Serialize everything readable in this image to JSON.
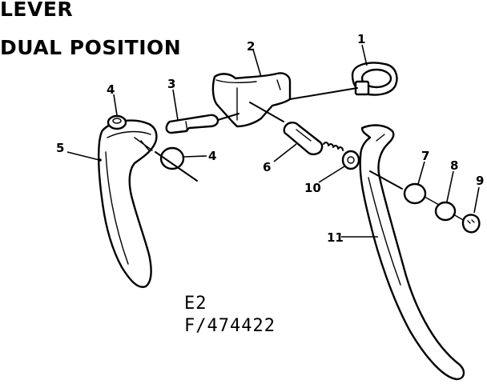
{
  "title": {
    "line1": "LEVER",
    "line2": "DUAL POSITION"
  },
  "diagram_code": {
    "line1": "E2",
    "line2": "F/474422"
  },
  "callouts": {
    "c1": "1",
    "c2": "2",
    "c3": "3",
    "c4a": "4",
    "c4b": "4",
    "c5": "5",
    "c6": "6",
    "c7": "7",
    "c8": "8",
    "c9": "9",
    "c10": "10",
    "c11": "11"
  }
}
